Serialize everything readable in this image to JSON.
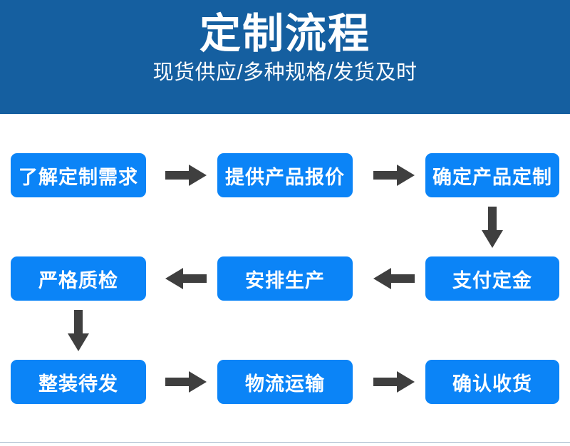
{
  "banner": {
    "title": "定制流程",
    "subtitle": "现货供应/多种规格/发货及时",
    "background_color": "#155FA0",
    "text_color": "#FFFFFF"
  },
  "flow": {
    "node_color": "#0B84F7",
    "node_text_color": "#FFFFFF",
    "arrow_color": "#3F3F3F",
    "rows": [
      {
        "direction": "left-to-right",
        "nodes": [
          {
            "label": "了解定制需求"
          },
          {
            "label": "提供产品报价"
          },
          {
            "label": "确定产品定制"
          }
        ]
      },
      {
        "direction": "right-to-left",
        "nodes": [
          {
            "label": "严格质检"
          },
          {
            "label": "安排生产"
          },
          {
            "label": "支付定金"
          }
        ]
      },
      {
        "direction": "left-to-right",
        "nodes": [
          {
            "label": "整装待发"
          },
          {
            "label": "物流运输"
          },
          {
            "label": "确认收货"
          }
        ]
      }
    ],
    "connectors": [
      {
        "name": "arrow-row1-step1",
        "icon": "arrow-right-icon"
      },
      {
        "name": "arrow-row1-step2",
        "icon": "arrow-right-icon"
      },
      {
        "name": "arrow-row1-to-row2",
        "icon": "arrow-down-icon"
      },
      {
        "name": "arrow-row2-step1",
        "icon": "arrow-left-icon"
      },
      {
        "name": "arrow-row2-step2",
        "icon": "arrow-left-icon"
      },
      {
        "name": "arrow-row2-to-row3",
        "icon": "arrow-down-icon"
      },
      {
        "name": "arrow-row3-step1",
        "icon": "arrow-right-icon"
      },
      {
        "name": "arrow-row3-step2",
        "icon": "arrow-right-icon"
      }
    ]
  }
}
